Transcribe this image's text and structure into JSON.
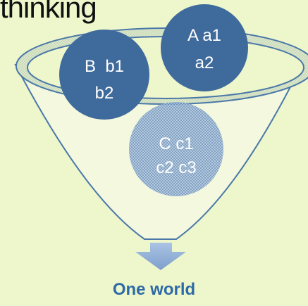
{
  "heading": "thinking",
  "circles": {
    "a": {
      "line1": "A a1",
      "line2": "a2"
    },
    "b": {
      "line1": "B  b1",
      "line2": "b2"
    },
    "c": {
      "line1": "C c1",
      "line2": "c2 c3"
    }
  },
  "caption": "One world",
  "colors": {
    "background": "#eef6cc",
    "circle_blue": "#3f6a9c",
    "funnel_outline": "#4a78a8",
    "arrow_blue": "#8fb0d9",
    "caption_blue": "#2d6aa6"
  }
}
